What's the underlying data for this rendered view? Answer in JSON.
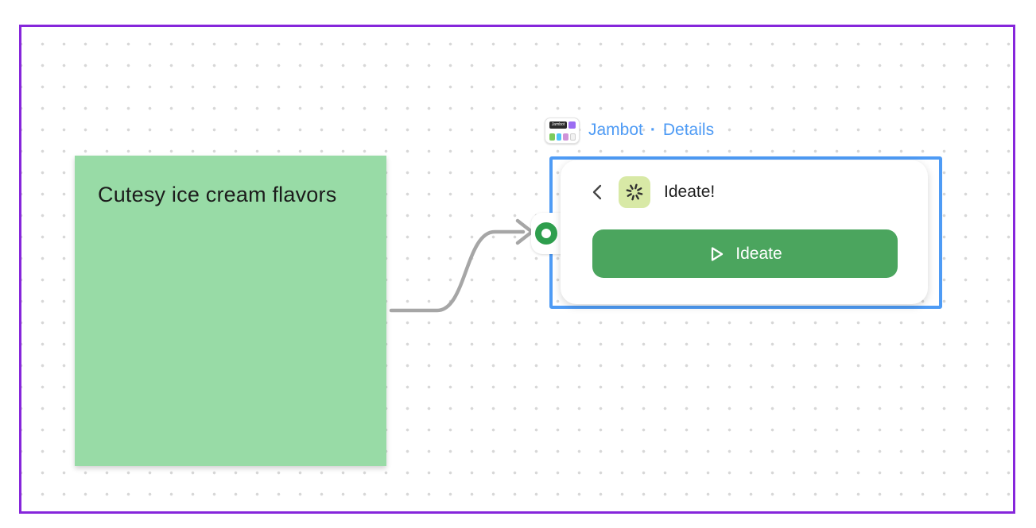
{
  "canvas": {
    "frame_border_color": "#8626DB",
    "grid_dot_color": "#D7D7D7",
    "background_color": "#FFFFFF"
  },
  "sticky_note": {
    "text": "Cutesy ice cream flavors",
    "fill_color": "#98DBA6",
    "text_color": "#1C1C1C"
  },
  "connector": {
    "stroke_color": "#A6A6A6",
    "endpoint_ring_color": "#2E9E4D",
    "style": "curved-arrow"
  },
  "widget_label": {
    "logo_text": "Jambot",
    "app_name": "Jambot",
    "separator": "·",
    "details_link": "Details",
    "text_color": "#4E9BF5"
  },
  "widget_card": {
    "selection_color": "#4E9BF5",
    "header": {
      "title": "Ideate!",
      "icon_name": "burst-icon",
      "icon_bg_color": "#D8E9A6"
    },
    "run_button": {
      "label": "Ideate",
      "color": "#4BA55E",
      "icon_name": "play-icon"
    }
  }
}
